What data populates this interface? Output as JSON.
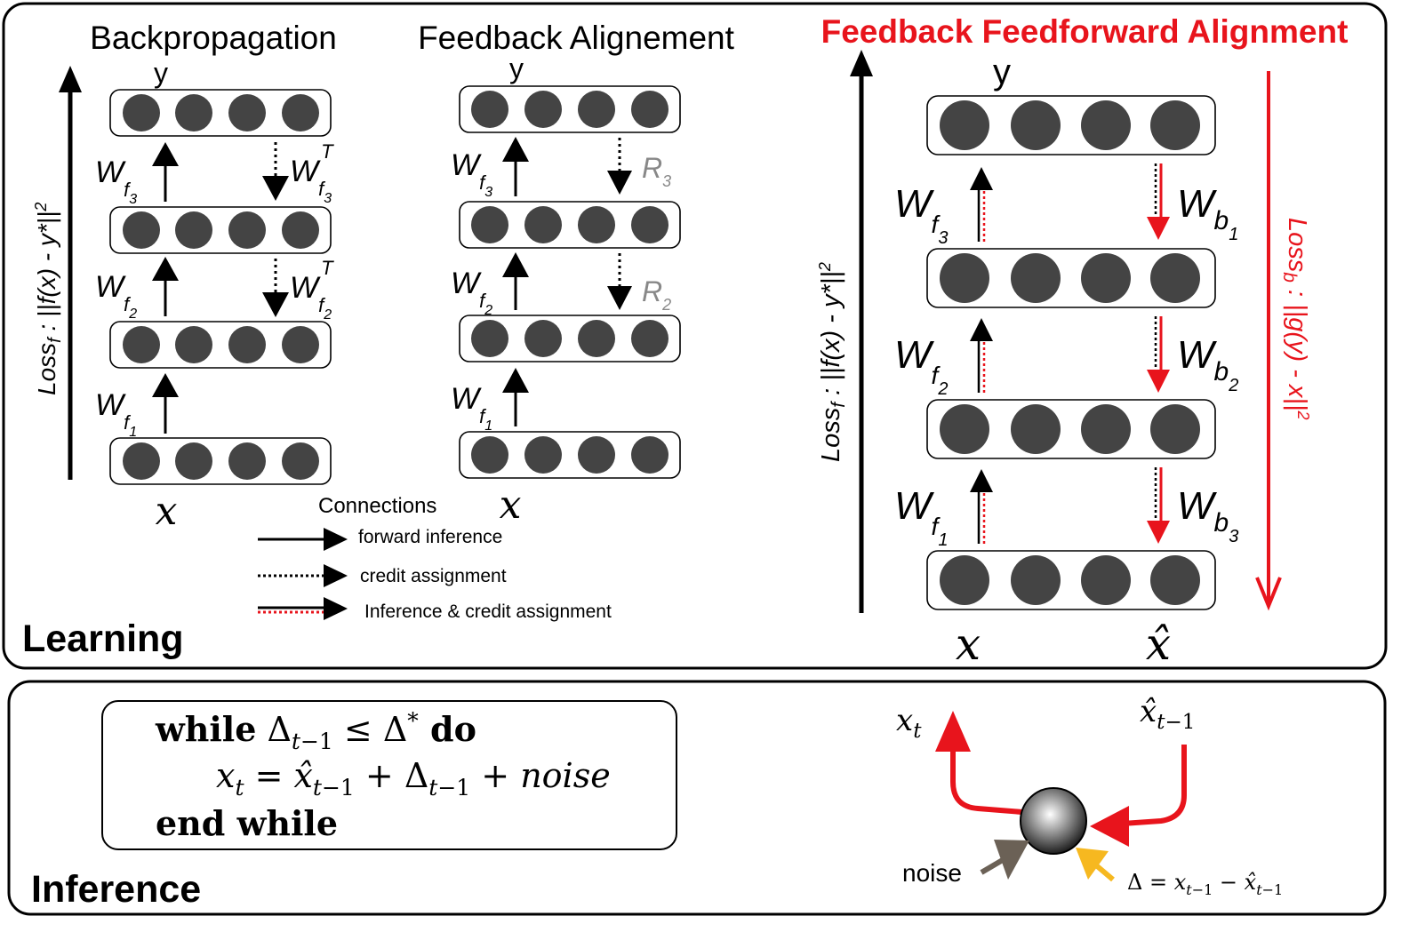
{
  "colors": {
    "ink": "#000000",
    "neuron": "#444444",
    "accent": "#e8141c",
    "grey_label": "#888888",
    "noise_arrow": "#6b6156",
    "delta_arrow": "#f6b820"
  },
  "learning": {
    "section_label": "Learning",
    "backprop": {
      "title": "Backpropagation",
      "output_label": "y",
      "input_label": "x",
      "loss_label": "Loss_f : ||f(x) - y*||²",
      "forward_weights": [
        "W_f1",
        "W_f2",
        "W_f3"
      ],
      "feedback_weights": [
        "W_f2^T",
        "W_f3^T"
      ]
    },
    "feedback_alignment": {
      "title": "Feedback Alignement",
      "output_label": "y",
      "input_label": "x",
      "forward_weights": [
        "W_f1",
        "W_f2",
        "W_f3"
      ],
      "feedback_weights": [
        "R_2",
        "R_3"
      ]
    },
    "ffa": {
      "title": "Feedback Feedforward Alignment",
      "output_label": "y",
      "input_label": "x",
      "reconstruction_label": "x̂",
      "loss_f_label": "Loss_f : ||f(x) - y*||²",
      "loss_b_label": "Loss_b : ||g(y) - x||²",
      "forward_weights": [
        "W_f1",
        "W_f2",
        "W_f3"
      ],
      "backward_weights": [
        "W_b1",
        "W_b2",
        "W_b3"
      ]
    },
    "legend": {
      "title": "Connections",
      "items": [
        "forward inference",
        "credit assignment",
        "Inference & credit assignment"
      ]
    }
  },
  "inference": {
    "section_label": "Inference",
    "algorithm": {
      "line1_kw": "while",
      "line1_cond": "Δ_{t−1} ≤ Δ*",
      "line1_do": "do",
      "line2": "x_t = x̂_{t−1} + Δ_{t−1} + noise",
      "line3": "end while"
    },
    "neuron_diagram": {
      "output_label": "x_t",
      "input_label": "x̂_{t−1}",
      "noise_label": "noise",
      "delta_label": "Δ = x_{t−1} − x̂_{t−1}"
    }
  }
}
